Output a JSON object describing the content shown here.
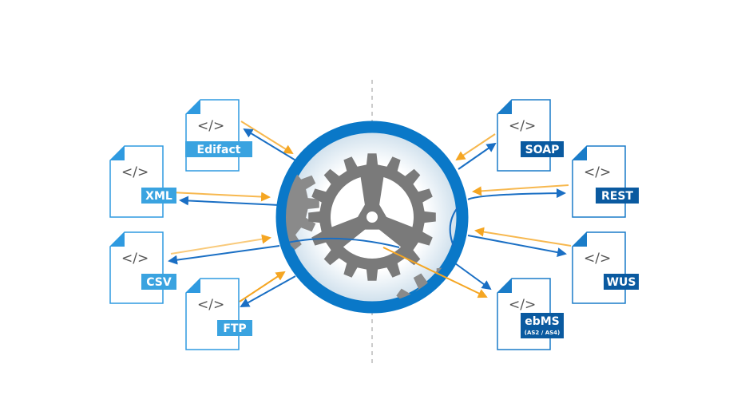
{
  "colors": {
    "ring": "#0a78c8",
    "left_doc": "#2f9ae0",
    "left_label": "#3aa3e0",
    "right_doc": "#1a7cc8",
    "right_label": "#0a5aa0",
    "orange": "#f5a623",
    "blue_line": "#1a6fc4",
    "gear": "#7a7a7a"
  },
  "center": {
    "icon": "gear-icon"
  },
  "documents": {
    "left": [
      {
        "label": "Edifact",
        "code_glyph": "</>"
      },
      {
        "label": "XML",
        "code_glyph": "</>"
      },
      {
        "label": "CSV",
        "code_glyph": "</>"
      },
      {
        "label": "FTP",
        "code_glyph": "</>"
      }
    ],
    "right": [
      {
        "label": "SOAP",
        "code_glyph": "</>"
      },
      {
        "label": "REST",
        "code_glyph": "</>"
      },
      {
        "label": "WUS",
        "code_glyph": "</>"
      },
      {
        "label": "ebMS",
        "sublabel": "(AS2 / AS4)",
        "code_glyph": "</>"
      }
    ]
  }
}
